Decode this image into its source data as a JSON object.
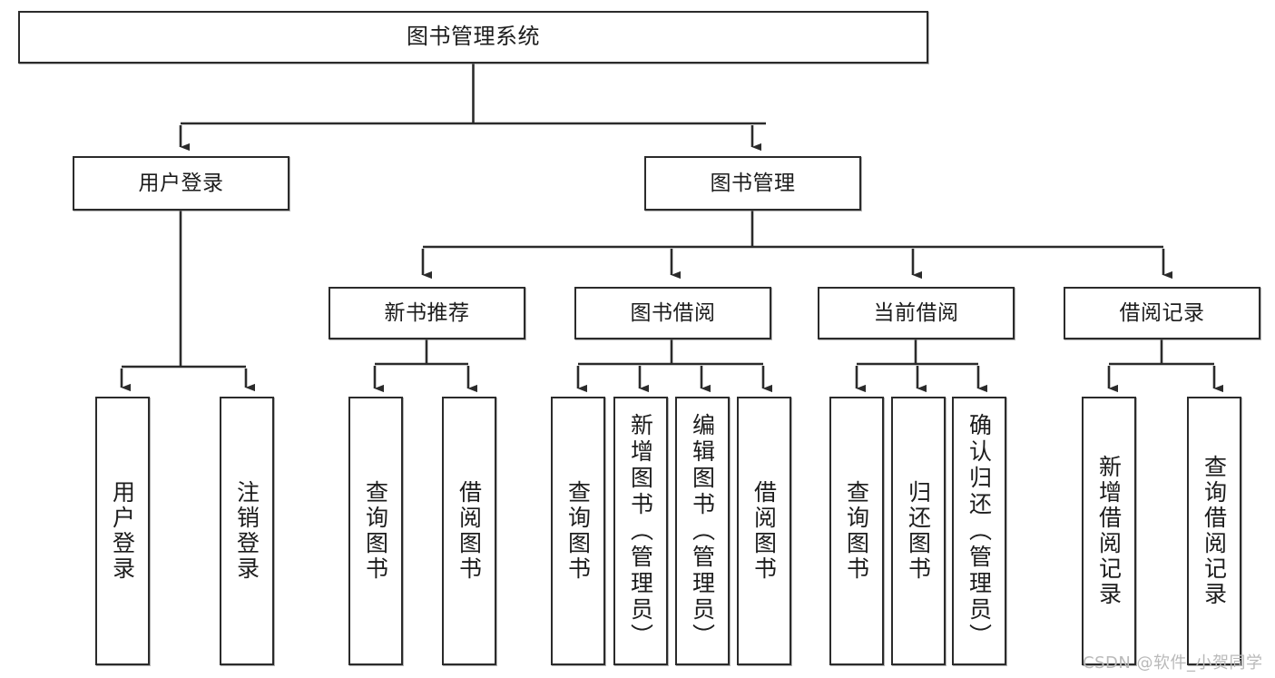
{
  "diagram": {
    "title": "图书管理系统",
    "type": "tree-hierarchy-diagram",
    "root": {
      "id": "root",
      "label": "图书管理系统"
    },
    "level2": [
      {
        "id": "user-login",
        "label": "用户登录"
      },
      {
        "id": "book-manage",
        "label": "图书管理"
      }
    ],
    "level3": [
      {
        "id": "new-book-rec",
        "label": "新书推荐",
        "parent": "book-manage"
      },
      {
        "id": "book-borrow",
        "label": "图书借阅",
        "parent": "book-manage"
      },
      {
        "id": "current-borrow",
        "label": "当前借阅",
        "parent": "book-manage"
      },
      {
        "id": "borrow-record",
        "label": "借阅记录",
        "parent": "book-manage"
      }
    ],
    "leaves": {
      "user_login": [
        {
          "id": "leaf-user-login",
          "label": "用户登录"
        },
        {
          "id": "leaf-user-logout",
          "label": "注销登录"
        }
      ],
      "new_book_rec": [
        {
          "id": "leaf-query-book-1",
          "label": "查询图书"
        },
        {
          "id": "leaf-borrow-book-1",
          "label": "借阅图书"
        }
      ],
      "book_borrow": [
        {
          "id": "leaf-query-book-2",
          "label": "查询图书"
        },
        {
          "id": "leaf-add-book",
          "label": "新增图书（管理员）"
        },
        {
          "id": "leaf-edit-book",
          "label": "编辑图书（管理员）"
        },
        {
          "id": "leaf-borrow-book-2",
          "label": "借阅图书"
        }
      ],
      "current_borrow": [
        {
          "id": "leaf-query-book-3",
          "label": "查询图书"
        },
        {
          "id": "leaf-return-book",
          "label": "归还图书"
        },
        {
          "id": "leaf-confirm-return",
          "label": "确认归还（管理员）"
        }
      ],
      "borrow_record": [
        {
          "id": "leaf-add-record",
          "label": "新增借阅记录"
        },
        {
          "id": "leaf-query-record",
          "label": "查询借阅记录"
        }
      ]
    }
  },
  "watermark": {
    "text": "CSDN @软件_小贺同学"
  },
  "colors": {
    "box_border": "#2b2b2b",
    "box_fill": "#ffffff",
    "text": "#1c1c1c",
    "connector": "#2b2b2b",
    "watermark": "#b9b9b9",
    "page_background": "#ffffff"
  }
}
